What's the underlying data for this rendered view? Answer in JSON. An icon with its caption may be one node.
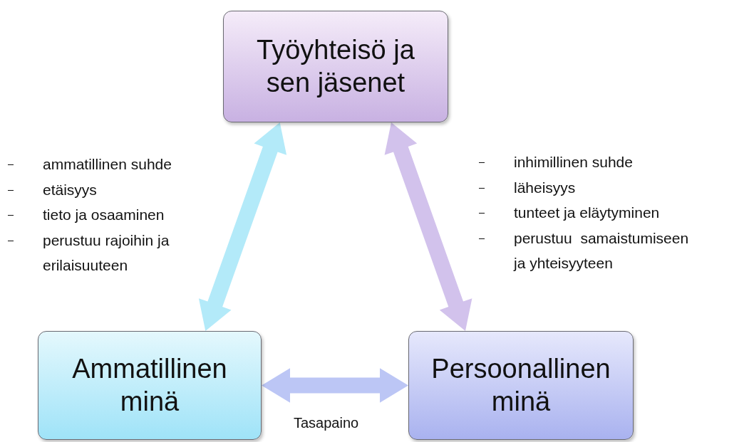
{
  "diagram": {
    "nodes": [
      {
        "text": [
          "Työyhteisö ja sen jäsenet"
        ]
      },
      {
        "text": [
          "Ammatillinen minä"
        ]
      },
      {
        "text": [
          "Persoonallinen minä"
        ]
      }
    ],
    "edges": [
      {
        "from": 1,
        "to": 0,
        "arrow": "both",
        "style": "thick",
        "color": "#b3eaf9"
      },
      {
        "from": 0,
        "to": 2,
        "arrow": "both",
        "style": "thick",
        "color": "#d2c2ec"
      },
      {
        "from": 1,
        "to": 2,
        "arrow": "both",
        "style": "thick",
        "color": "#bcc6f5",
        "label": "Tasapaino"
      }
    ],
    "labels": [
      "ammatillinen suhde",
      "etäisyys",
      "tieto ja osaaminen",
      "perustuu rajoihin ja erilaisuuteen",
      "inhimillinen suhde",
      "läheisyys",
      "tunteet ja eläytyminen",
      "perustuu  samaistumiseen ja yhteisyyteen"
    ]
  }
}
